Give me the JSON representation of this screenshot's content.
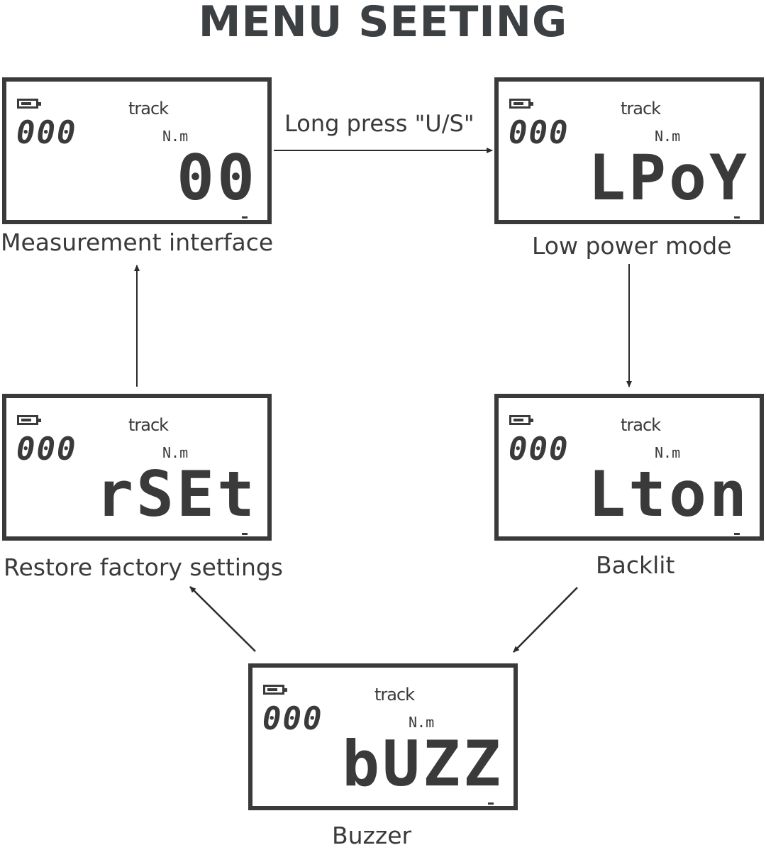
{
  "title": "MENU SEETING",
  "lcd_common": {
    "counter": "000",
    "track": "track",
    "unit": "N.m"
  },
  "screens": {
    "measurement": {
      "display": "00",
      "label": "Measurement interface"
    },
    "low_power": {
      "display": "LPoY",
      "label": "Low power mode"
    },
    "backlit": {
      "display": "Lton",
      "label": "Backlit"
    },
    "buzzer": {
      "display": "bUZZ",
      "label": "Buzzer"
    },
    "reset": {
      "display": "rSEt",
      "label": "Restore factory settings"
    }
  },
  "arrow_label": "Long press \"U/S\"",
  "colors": {
    "ink": "#3a3a3a",
    "title": "#3d4043"
  }
}
